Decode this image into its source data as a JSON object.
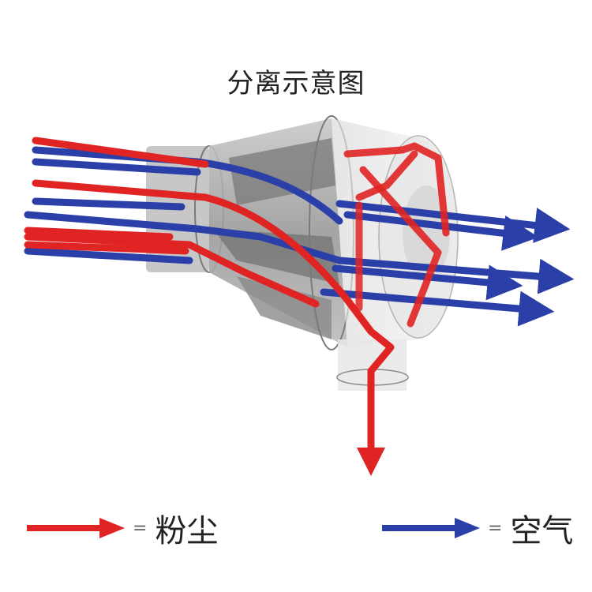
{
  "title": "分离示意图",
  "colors": {
    "dust": "#e02424",
    "air": "#2b3fa8",
    "housing": "#a8a8a8",
    "housing_dark": "#6f6f6f",
    "background": "#ffffff"
  },
  "legend": [
    {
      "key": "dust",
      "arrow_color": "#e02424",
      "equals": "=",
      "label": "粉尘"
    },
    {
      "key": "air",
      "arrow_color": "#2b3fa8",
      "equals": "=",
      "label": "空气"
    }
  ],
  "diagram": {
    "subject": "cyclone separator",
    "inflow_streams": {
      "dust": 5,
      "air": 5
    },
    "outflow_air_arrows": 5,
    "outflow_dust_arrows": 1
  }
}
